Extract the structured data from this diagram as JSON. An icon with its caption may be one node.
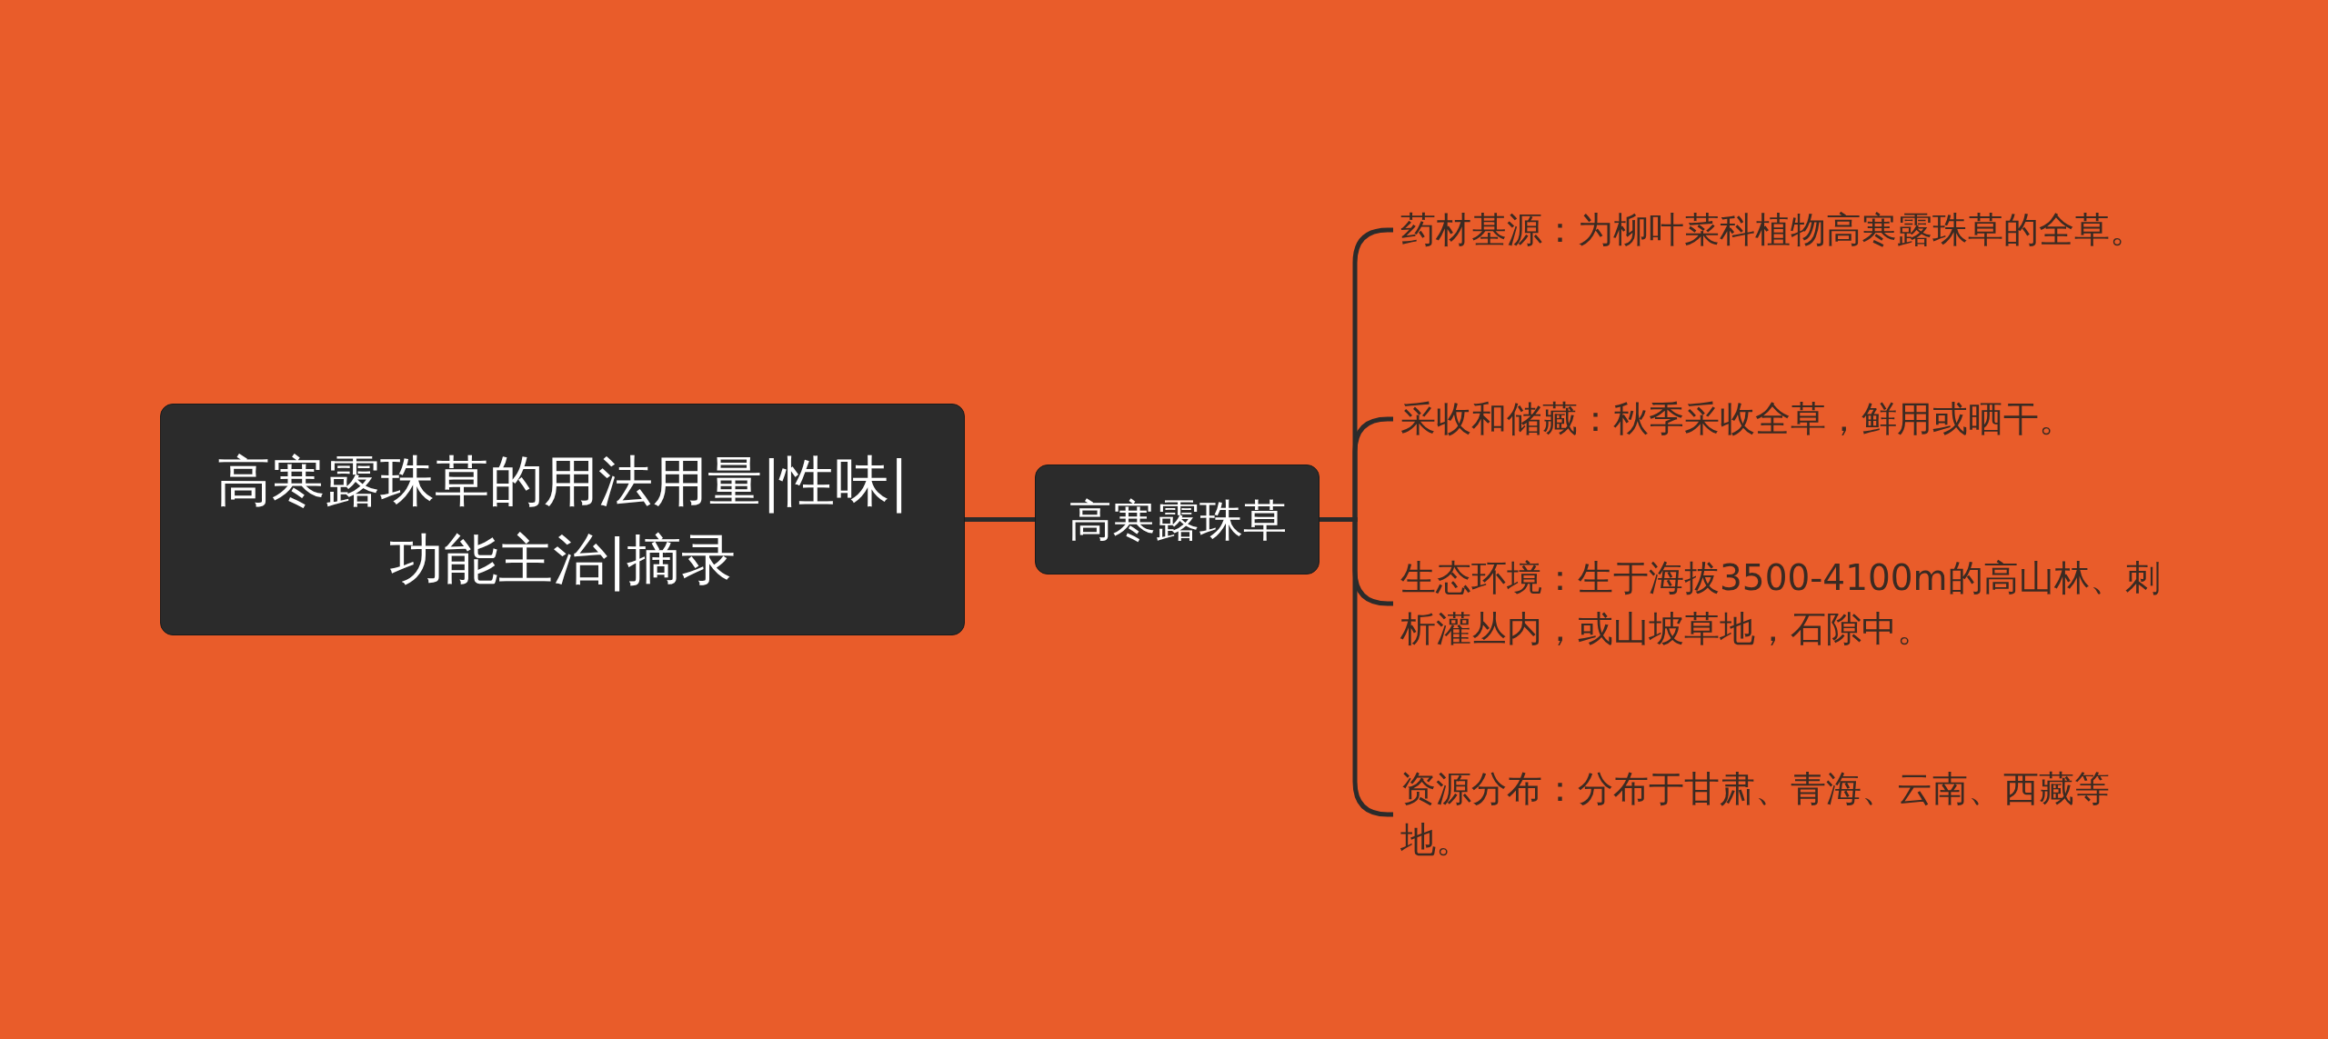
{
  "diagram": {
    "nodes": [
      {
        "text": [
          "高寒露珠草的用法用量|性味|功能主治|摘录"
        ]
      },
      {
        "text": [
          "高寒露珠草"
        ]
      },
      {
        "text": [
          "药材基源：为柳叶菜科植物高寒露珠草的全草。"
        ]
      },
      {
        "text": [
          "采收和储藏：秋季采收全草，鲜用或晒干。"
        ]
      },
      {
        "text": [
          "生态环境：生于海拔3500-4100m的高山林、刺析灌丛内，或山坡草地，石隙中。"
        ]
      },
      {
        "text": [
          "资源分布：分布于甘肃、青海、云南、西藏等地。"
        ]
      }
    ],
    "edges": [
      {
        "from": 0,
        "to": 1,
        "arrow": "none"
      },
      {
        "from": 1,
        "to": 2,
        "arrow": "none"
      },
      {
        "from": 1,
        "to": 3,
        "arrow": "none"
      },
      {
        "from": 1,
        "to": 4,
        "arrow": "none"
      },
      {
        "from": 1,
        "to": 5,
        "arrow": "none"
      }
    ]
  }
}
